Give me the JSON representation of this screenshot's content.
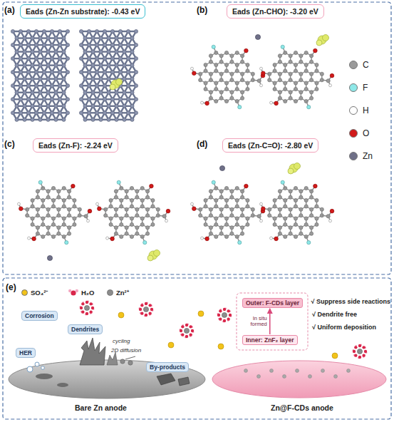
{
  "diagram": {
    "nodes": [
      {
        "text": [
          "Eads (Zn-Zn substrate): -0.43 eV"
        ]
      },
      {
        "text": [
          "Eads (Zn-CHO): -3.20 eV"
        ]
      },
      {
        "text": [
          "Eads (Zn-F): -2.24 eV"
        ]
      },
      {
        "text": [
          "Eads (Zn-C=O): -2.80 eV"
        ]
      },
      {
        "text": [
          "Corrosion"
        ]
      },
      {
        "text": [
          "HER"
        ]
      },
      {
        "text": [
          "Dendrites"
        ]
      },
      {
        "text": [
          "By-products"
        ]
      },
      {
        "text": [
          "Outer: F-CDs layer"
        ]
      },
      {
        "text": [
          "Inner: ZnF₂ layer"
        ]
      }
    ],
    "edges": [
      {
        "from": 9,
        "to": 8,
        "label": "In situ formed",
        "arrow": "to"
      }
    ],
    "labels": [
      "(a)",
      "(b)",
      "(c)",
      "(d)",
      "(e)",
      "cycling",
      "2D diffusion",
      "Bare Zn anode",
      "Zn@F-CDs anode",
      "√ Suppress side reactions",
      "√ Dendrite free",
      "√ Uniform deposition"
    ],
    "legend": [
      {
        "text": "C",
        "color": "#9a9a9a"
      },
      {
        "text": "F",
        "color": "#8ee8e8"
      },
      {
        "text": "H",
        "color": "#ffffff"
      },
      {
        "text": "O",
        "color": "#d11a1a"
      },
      {
        "text": "Zn",
        "color": "#6f7088"
      },
      {
        "text": "SO₄²⁻",
        "color": "#f2c31a"
      },
      {
        "text": "H₂O"
      },
      {
        "text": "Zn²⁺",
        "color": "#8c8c8c"
      }
    ]
  }
}
